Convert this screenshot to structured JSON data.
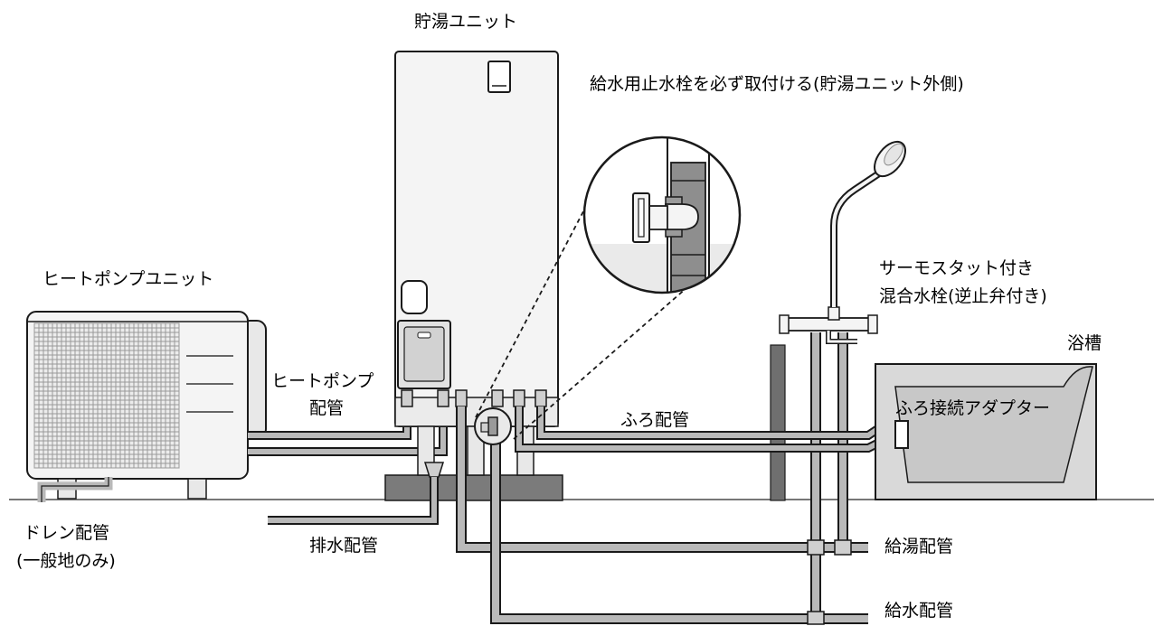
{
  "labels": {
    "storage_unit": "貯湯ユニット",
    "stop_valve_note": "給水用止水栓を必ず取付ける(貯湯ユニット外側)",
    "heat_pump_unit": "ヒートポンプユニット",
    "heat_pump_pipe_line1": "ヒートポンプ",
    "heat_pump_pipe_line2": "配管",
    "bath_pipe": "ふろ配管",
    "thermostat_line1": "サーモスタット付き",
    "thermostat_line2": "混合水栓(逆止弁付き)",
    "bathtub": "浴槽",
    "bath_adapter": "ふろ接続アダプター",
    "drain_pipe_line1": "ドレン配管",
    "drain_pipe_line2": "(一般地のみ)",
    "waste_pipe": "排水配管",
    "hot_supply_pipe": "給湯配管",
    "water_supply_pipe": "給水配管"
  },
  "colors": {
    "line": "#1a1a1a",
    "unit_fill": "#f4f4f4",
    "panel_fill": "#e2e2e2",
    "pipe_fill": "#b9b9b9",
    "base_fill": "#7b7b7b",
    "wall_fill": "#6f6f6f",
    "tub_fill": "#d9d9d9"
  }
}
